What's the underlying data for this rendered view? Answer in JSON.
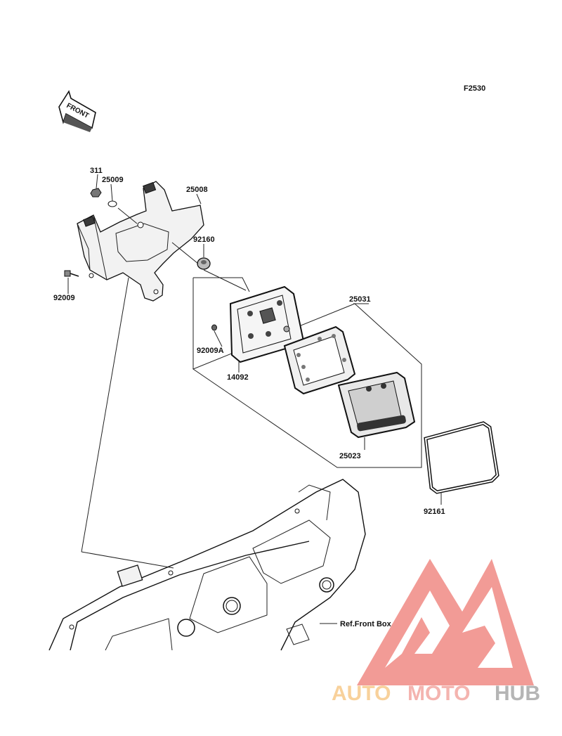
{
  "figure_code": "F2530",
  "front_arrow_text": "FRONT",
  "part_labels": {
    "p311": "311",
    "p25009": "25009",
    "p25008": "25008",
    "p92160": "92160",
    "p92009": "92009",
    "p25031": "25031",
    "p92009A": "92009A",
    "p14092": "14092",
    "p25023": "25023",
    "p92161": "92161"
  },
  "reference_label": "Ref.Front Box",
  "watermark": {
    "part1": "AUTO",
    "part2": "MOTO",
    "part3": "HUB"
  },
  "colors": {
    "watermark_red": "#f08a84",
    "watermark_orange": "#f7c98a",
    "watermark_gray": "#a9a9a9"
  }
}
